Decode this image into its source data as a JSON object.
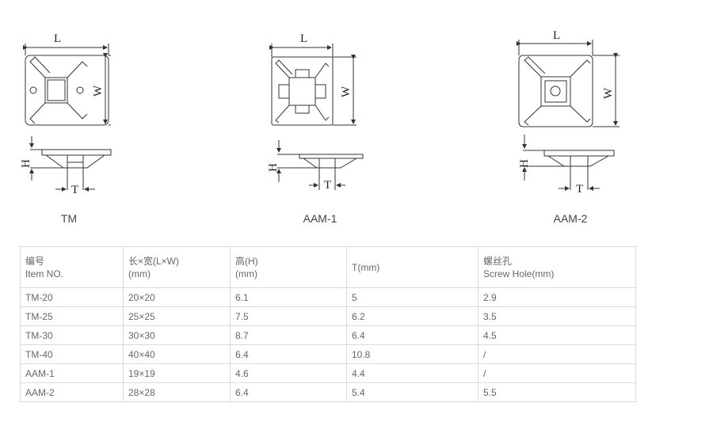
{
  "diagrams": [
    {
      "caption": "TM",
      "labels": {
        "L": "L",
        "W": "W",
        "H": "H",
        "T": "T"
      }
    },
    {
      "caption": "AAM-1",
      "labels": {
        "L": "L",
        "W": "W",
        "H": "H",
        "T": "T"
      }
    },
    {
      "caption": "AAM-2",
      "labels": {
        "L": "L",
        "W": "W",
        "H": "H",
        "T": "T"
      }
    }
  ],
  "table": {
    "headers": [
      {
        "zh": "编号",
        "en": "Item NO."
      },
      {
        "zh": "长×宽(L×W)",
        "en": "(mm)"
      },
      {
        "zh": "高(H)",
        "en": "(mm)"
      },
      {
        "zh": "",
        "en": "T(mm)"
      },
      {
        "zh": "螺丝孔",
        "en": "Screw Hole(mm)"
      }
    ],
    "rows": [
      [
        "TM-20",
        "20×20",
        "6.1",
        "5",
        "2.9"
      ],
      [
        "TM-25",
        "25×25",
        "7.5",
        "6.2",
        "3.5"
      ],
      [
        "TM-30",
        "30×30",
        "8.7",
        "6.4",
        "4.5"
      ],
      [
        "TM-40",
        "40×40",
        "6.4",
        "10.8",
        "/"
      ],
      [
        "AAM-1",
        "19×19",
        "4.6",
        "4.4",
        "/"
      ],
      [
        "AAM-2",
        "28×28",
        "6.4",
        "5.4",
        "5.5"
      ]
    ]
  }
}
